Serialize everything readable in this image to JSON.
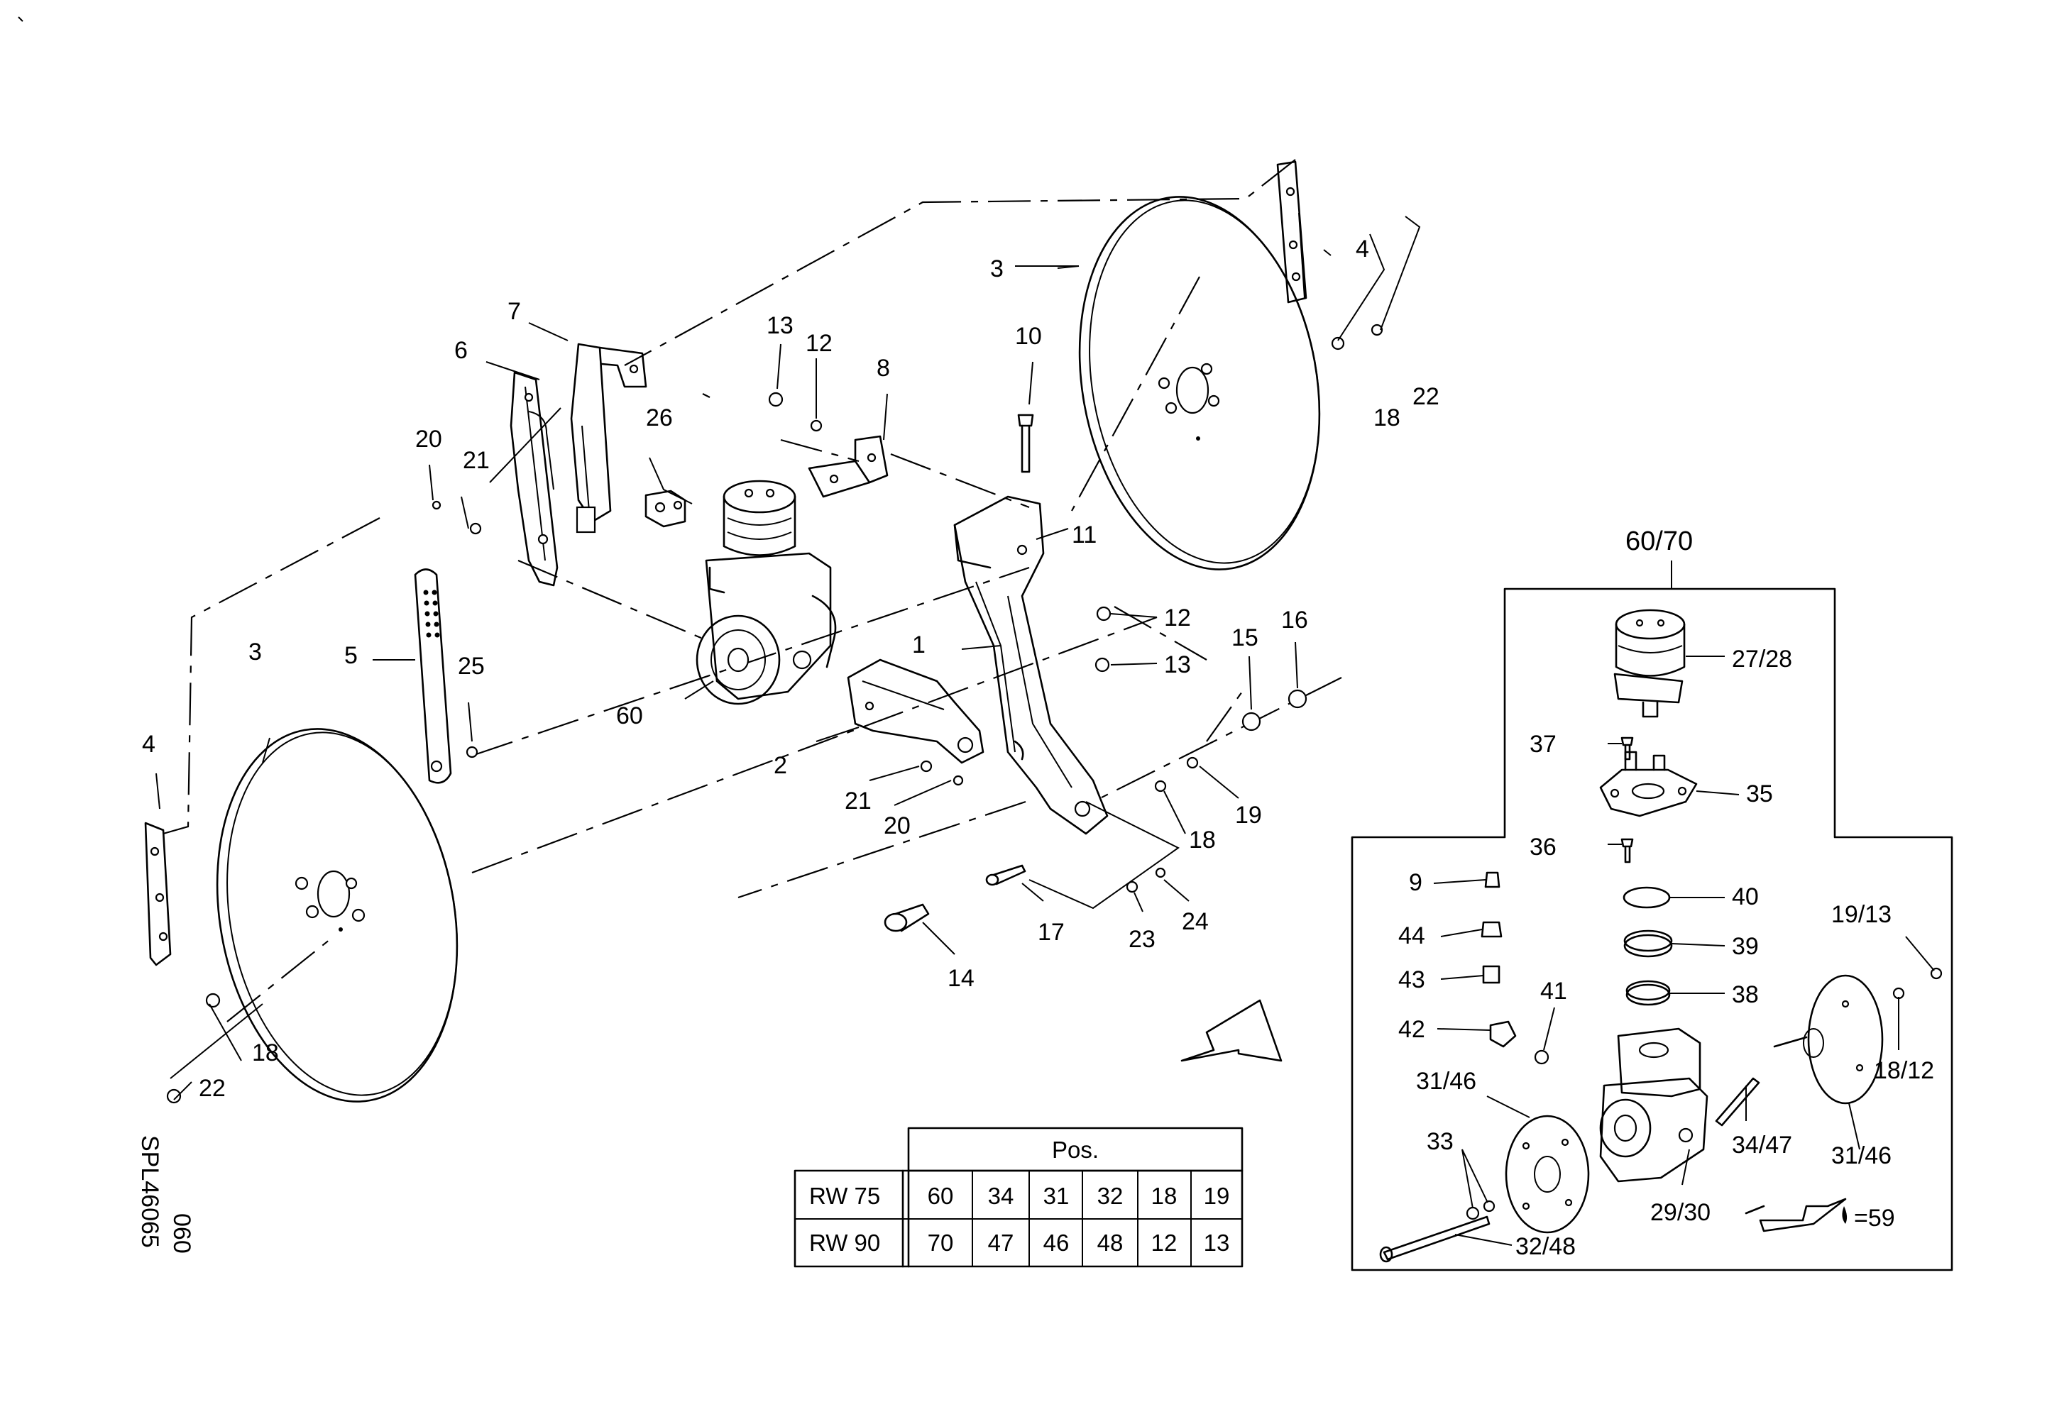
{
  "drawing": {
    "reference": "SPL46065",
    "page": "060",
    "detail_title": "60/70",
    "lube_label": "=59"
  },
  "callouts": {
    "main": [
      "3",
      "4",
      "22",
      "18",
      "7",
      "6",
      "21",
      "20",
      "5",
      "25",
      "3",
      "4",
      "18",
      "22",
      "13",
      "12",
      "8",
      "26",
      "60",
      "10",
      "11",
      "12",
      "13",
      "1",
      "2",
      "21",
      "20",
      "15",
      "16",
      "19",
      "18",
      "17",
      "14",
      "23",
      "24"
    ],
    "detail": [
      "27/28",
      "37",
      "35",
      "36",
      "9",
      "40",
      "44",
      "39",
      "43",
      "41",
      "38",
      "42",
      "19/13",
      "18/12",
      "31/46",
      "33",
      "34/47",
      "31/46",
      "29/30",
      "32/48"
    ]
  },
  "table": {
    "header": "Pos.",
    "rows": [
      {
        "model": "RW 75",
        "values": [
          "60",
          "34",
          "31",
          "32",
          "18",
          "19"
        ]
      },
      {
        "model": "RW 90",
        "values": [
          "70",
          "47",
          "46",
          "48",
          "12",
          "13"
        ]
      }
    ]
  }
}
